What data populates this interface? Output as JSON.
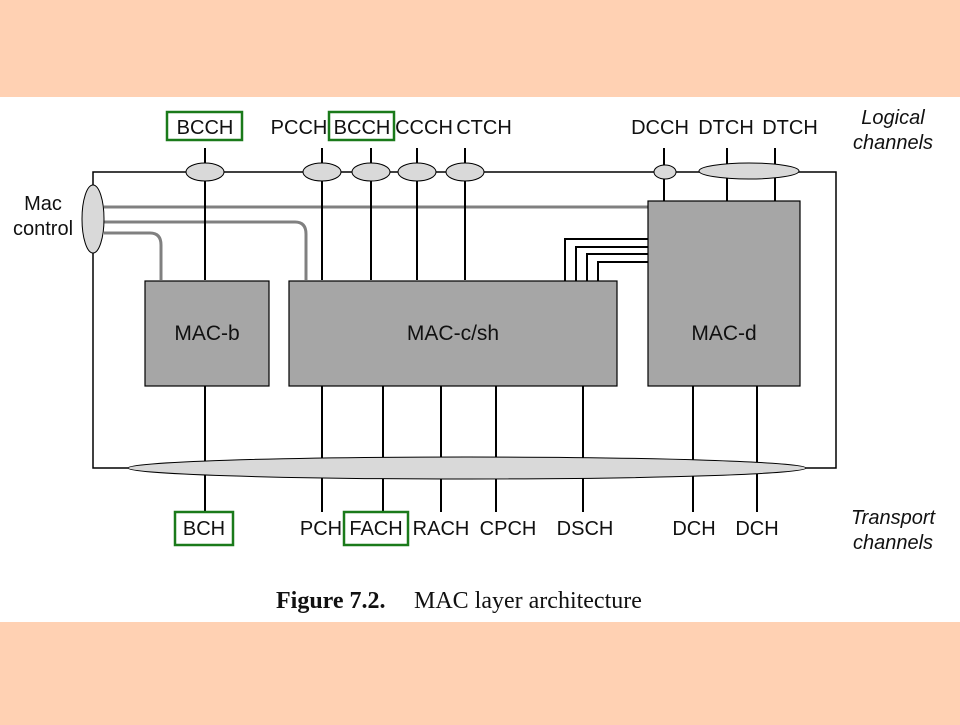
{
  "diagram": {
    "logical_channels": [
      "BCCH",
      "PCCH",
      "BCCH",
      "CCCH",
      "CTCH",
      "DCCH",
      "DTCH",
      "DTCH"
    ],
    "transport_channels": [
      "BCH",
      "PCH",
      "FACH",
      "RACH",
      "CPCH",
      "DSCH",
      "DCH",
      "DCH"
    ],
    "blocks": {
      "mac_b": "MAC-b",
      "mac_csh": "MAC-c/sh",
      "mac_d": "MAC-d"
    },
    "mac_control": [
      "Mac",
      "control"
    ],
    "logical_label": [
      "Logical",
      "channels"
    ],
    "transport_label": [
      "Transport",
      "channels"
    ],
    "highlighted": [
      "BCCH",
      "BCCH",
      "BCH",
      "FACH"
    ],
    "caption": {
      "number": "Figure 7.2.",
      "text": "MAC layer architecture"
    }
  },
  "colors": {
    "background": "#ffd1b3",
    "panel": "#ffffff",
    "block_fill": "#a6a6a6",
    "highlight": "#1a7a1a"
  }
}
